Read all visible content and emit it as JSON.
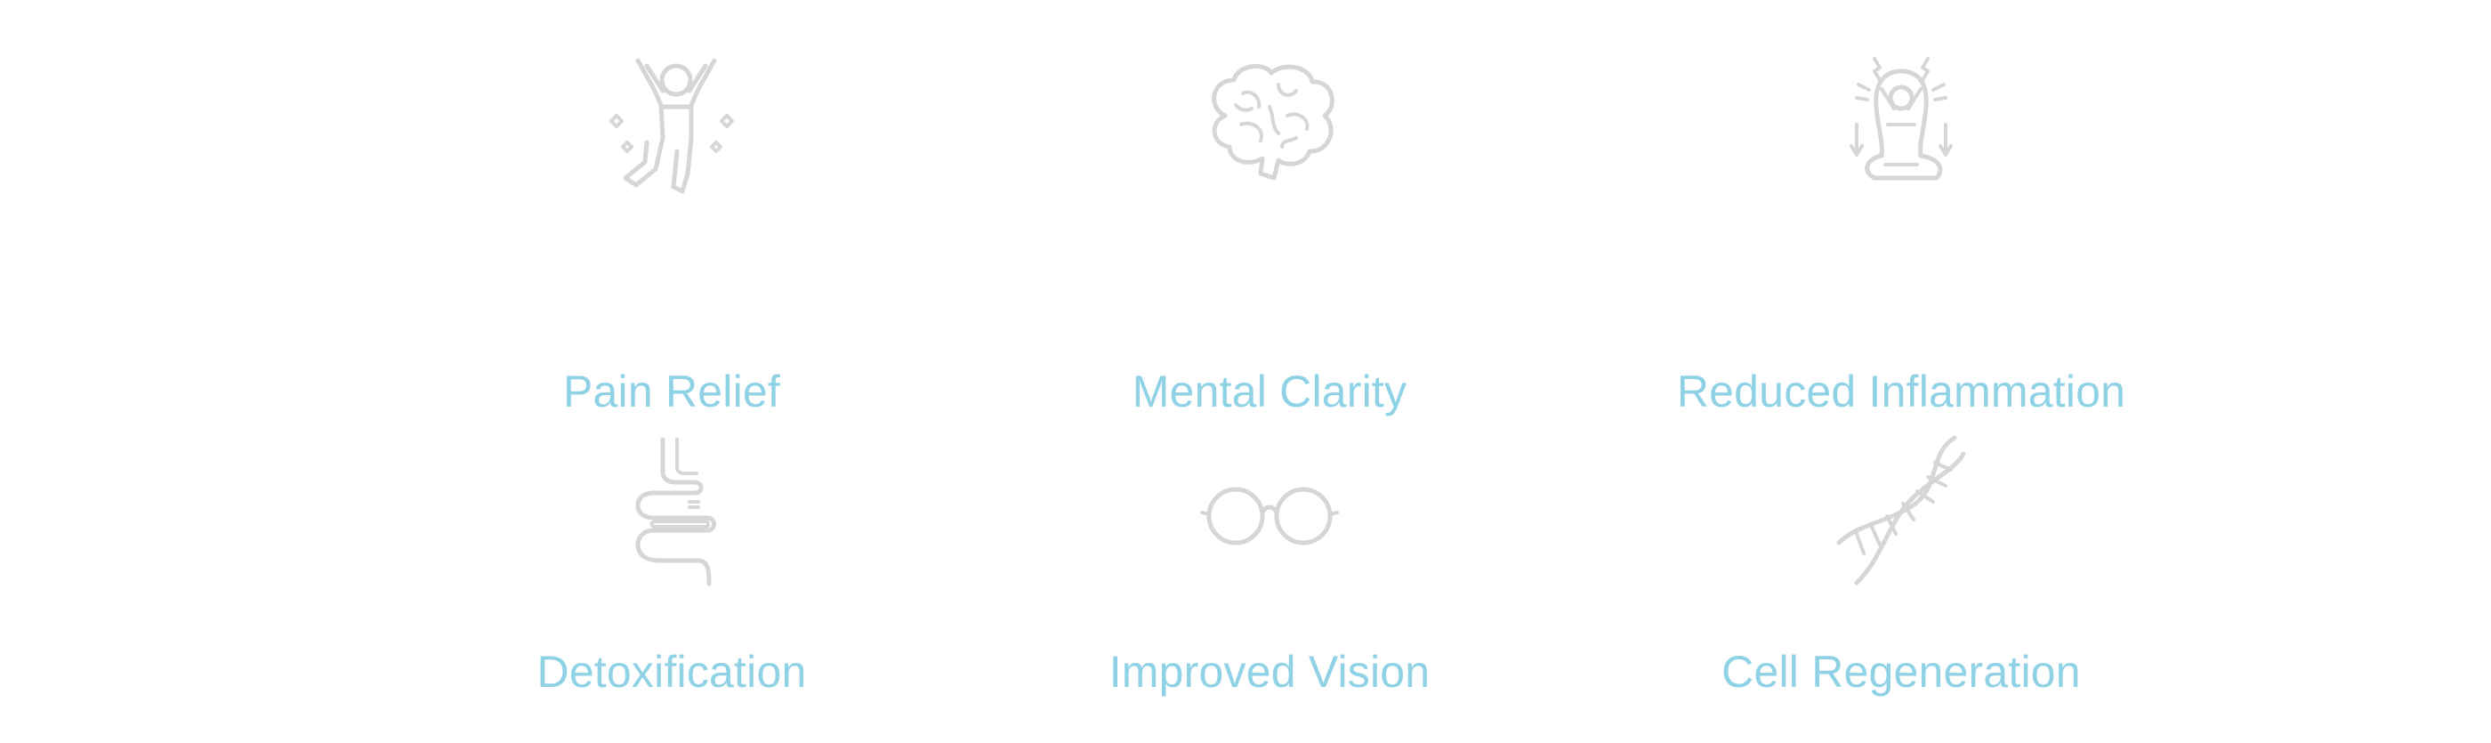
{
  "benefits": [
    {
      "label": "Pain Relief",
      "icon": "jumping-person-icon"
    },
    {
      "label": "Mental Clarity",
      "icon": "brain-icon"
    },
    {
      "label": "Reduced Inflammation",
      "icon": "meditating-person-icon"
    },
    {
      "label": "Detoxification",
      "icon": "intestines-icon"
    },
    {
      "label": "Improved Vision",
      "icon": "glasses-icon"
    },
    {
      "label": "Cell Regeneration",
      "icon": "dna-icon"
    }
  ],
  "colors": {
    "label": "#8fd2e6",
    "icon_stroke": "#d6d6d6",
    "background": "#ffffff"
  }
}
